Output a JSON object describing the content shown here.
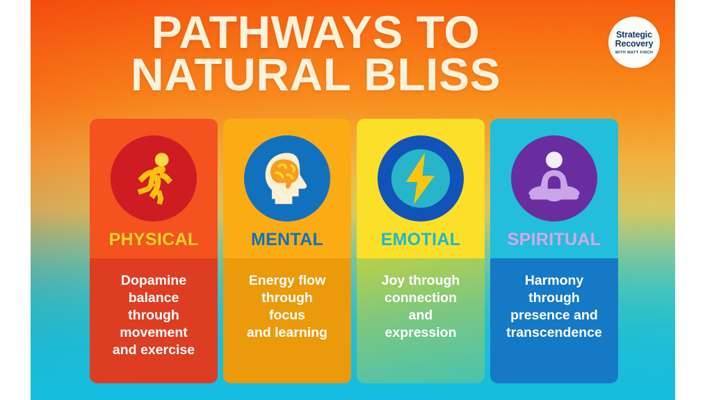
{
  "poster": {
    "title_line1": "PATHWAYS TO",
    "title_line2": "NATURAL BLISS",
    "title_color": "#FDF3DC",
    "background_colors": [
      "#F76112",
      "#FCBA0C",
      "#19BEDE"
    ]
  },
  "logo": {
    "name": "Strategic Recovery",
    "line1": "Strategic",
    "line2": "Recovery",
    "tagline": "WITH MATT FINCH",
    "text_color": "#123A6B",
    "background": "#FDFDF8"
  },
  "cards": [
    {
      "id": "physical",
      "icon": "running-person-icon",
      "label": "PHYSICAL",
      "label_color": "#FBD52A",
      "description": "Dopamine\nbalance\nthrough\nmovement\nand exercise",
      "card_color": "#F4521F",
      "body_color": "#DD3D22",
      "circle_color": "#CF1B22"
    },
    {
      "id": "mental",
      "icon": "head-brain-icon",
      "label": "MENTAL",
      "label_color": "#1271BD",
      "description": "Energy flow\nthrough\nfocus\nand learning",
      "card_color": "#FBAB14",
      "body_color": "#EB9A0C",
      "circle_color": "#1271BD"
    },
    {
      "id": "emotional",
      "icon": "lightning-bolt-icon",
      "label": "EMOTIAL",
      "label_color": "#1BB8CF",
      "description": "Joy through\nconnection\nand\nexpression",
      "card_color": "#FBDF28",
      "body_color": "#7EC77F",
      "circle_color": "#1153B8"
    },
    {
      "id": "spiritual",
      "icon": "meditating-person-icon",
      "label": "SPIRITUAL",
      "label_color": "#D3A8E8",
      "description": "Harmony\nthrough\npresence and\ntranscendence",
      "card_color": "#23BEDB",
      "body_color": "#1579C6",
      "circle_color": "#6A2DA0"
    }
  ]
}
